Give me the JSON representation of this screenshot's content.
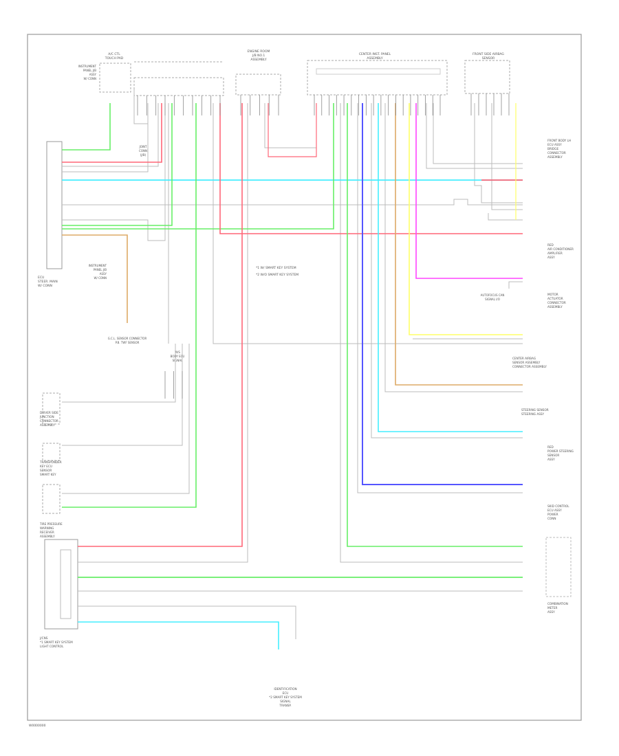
{
  "top": {
    "rear_label": [
      "A/C CTL",
      "TOUCH PAD"
    ],
    "left_conn": [
      "INSTRUMENT",
      "PANEL J/B",
      "ASSY",
      "W/ CONN"
    ],
    "mid_conn": [
      "ENGINE ROOM",
      "J/B NO.1",
      "ASSEMBLY"
    ],
    "center_conn": [
      "CENTER INST. PANEL",
      "ASSEMBLY"
    ],
    "right_conn": [
      "FRONT SIDE AIRBAG",
      "SENSOR"
    ],
    "small_note": [
      "JOINT",
      "CONN",
      "(J/B)"
    ]
  },
  "ecu_block": [
    "ECU",
    "STEER. MAIN",
    "W/ CONN"
  ],
  "left_mid_conn": [
    "INSTRUMENT",
    "PANEL J/B",
    "ASSY",
    "W/ CONN"
  ],
  "left_mid_bottom": [
    "G.C.L. SENSOR CONNECTOR",
    "P.B. TWF SENSOR"
  ],
  "left_mid_small": [
    "W/S",
    "BODY ECU",
    "SIGNAL"
  ],
  "right_comps": [
    {
      "name": [
        "FRONT BODY LH",
        "ECU ASSY",
        "BRIDGE",
        "CONNECTOR",
        "ASSEMBLY"
      ]
    },
    {
      "name": [
        "RED",
        "AIR CONDITIONER",
        "AMPLIFIER",
        "ASSY"
      ]
    },
    {
      "name": [
        "MOTOR",
        "ACTUATOR",
        "CONNECTOR",
        "ASSEMBLY"
      ]
    },
    {
      "name": [
        "CENTER AIRBAG",
        "SENSOR ASSEMBLY",
        "CONNECTOR ASSEMBLY"
      ]
    },
    {
      "name": [
        "STEERING SENSOR",
        "STEERING ASSY"
      ]
    },
    {
      "name": [
        "RED",
        "POWER STEERING",
        "SENSOR",
        "ASSY"
      ]
    },
    {
      "name": [
        "SKID CONTROL",
        "ECU ASSY",
        "POWER",
        "CONN"
      ]
    },
    {
      "name": [
        "COMBINATION",
        "METER",
        "ASSY"
      ]
    }
  ],
  "notes": [
    "*1 W/ SMART KEY SYSTEM",
    "*2 W/O SMART KEY SYSTEM"
  ],
  "autofocus_label": [
    "AUTOFOCUS CAN",
    "SIGNAL I/O"
  ],
  "left_comps": [
    {
      "name": [
        "DRIVER SIDE",
        "JUNCTION",
        "CONNECTOR",
        "ASSEMBLY"
      ]
    },
    {
      "name": [
        "TRANSPONDER",
        "KEY ECU",
        "SENSOR",
        "SMART KEY"
      ]
    },
    {
      "name": [
        "TIRE PRESSURE",
        "WARNING",
        "RECEIVER",
        "ASSEMBLY"
      ]
    }
  ],
  "lower_left_label": [
    "J/CNS",
    "*1 SMART KEY SYSTEM",
    "LIGHT CONTROL"
  ],
  "bottom_label": [
    "IDENTIFICATION",
    "ECU",
    "*2 SMART KEY SYSTEM",
    "SIGNAL",
    "TRANSP."
  ],
  "footer_code": "W0000000",
  "colors": {
    "green": "#66ee66",
    "red": "#ff6677",
    "cyan": "#44eeff",
    "magenta": "#ff44ff",
    "yellow": "#ffff66",
    "orange": "#ddaa66",
    "blue": "#5555ff",
    "gray": "#bbbbbb",
    "frame": "#999999"
  }
}
